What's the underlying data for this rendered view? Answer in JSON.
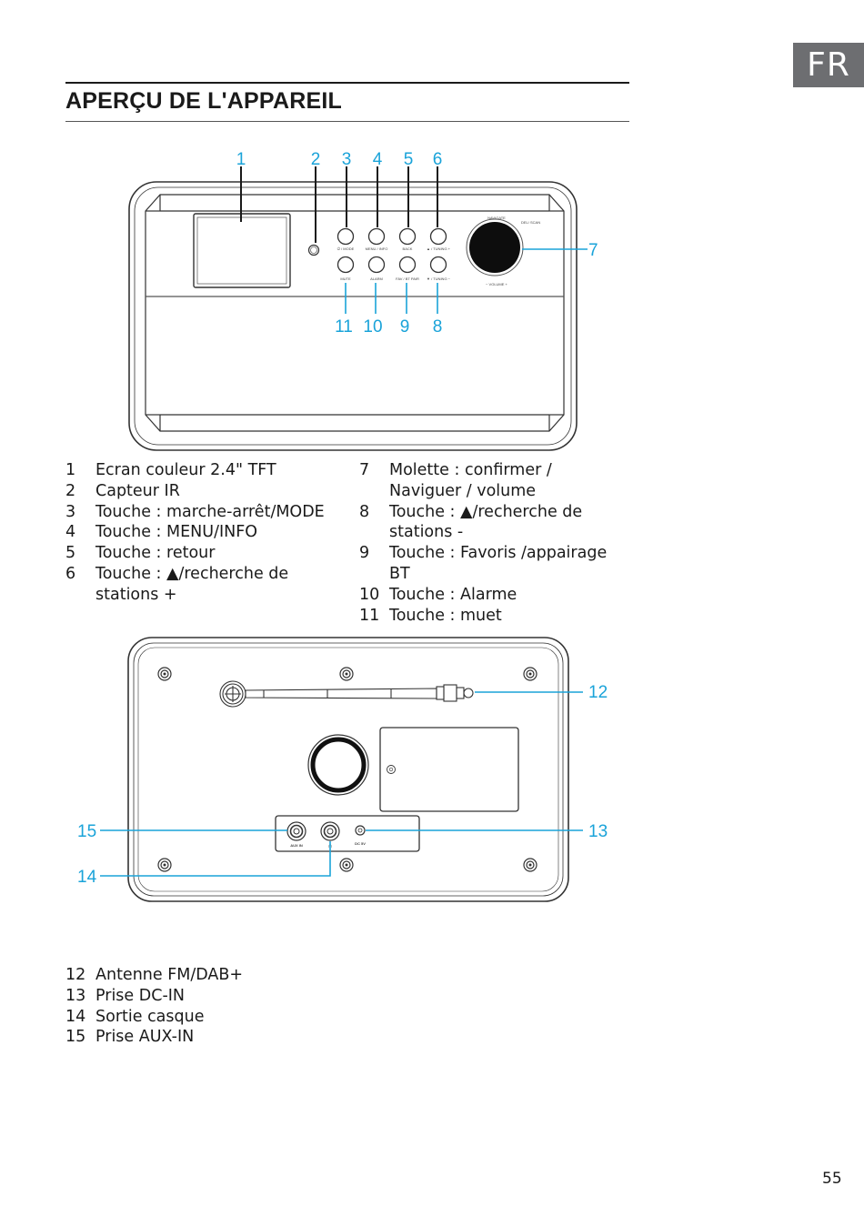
{
  "lang": "FR",
  "title": "APERÇU DE L'APPAREIL",
  "front": {
    "callouts": [
      "1",
      "2",
      "3",
      "4",
      "5",
      "6",
      "7",
      "8",
      "9",
      "10",
      "11"
    ],
    "panel": {
      "btn_labels_top": [
        "⏻ / MODE",
        "MENU / INFO",
        "BACK",
        "▲ / TUNING +"
      ],
      "btn_labels_bottom": [
        "MUTE",
        "ALARM",
        "FAV / BT PAIR",
        "▼ / TUNING −"
      ],
      "knob_top": "NAVIGATE",
      "knob_side": "DEL/ SCAN",
      "knob_bottom": "− VOLUME +"
    }
  },
  "legend_left": [
    {
      "num": "1",
      "text": "Ecran couleur 2.4\" TFT"
    },
    {
      "num": "2",
      "text": "Capteur IR"
    },
    {
      "num": "3",
      "text": "Touche : marche-arrêt/MODE"
    },
    {
      "num": "4",
      "text": "Touche : MENU/INFO"
    },
    {
      "num": "5",
      "text": "Touche : retour"
    },
    {
      "num": "6",
      "text": "Touche : ▲/recherche de stations  +"
    }
  ],
  "legend_right": [
    {
      "num": "7",
      "text": "Molette : confirmer / Naviguer / volume"
    },
    {
      "num": "8",
      "text": "Touche : ▲/recherche de stations -"
    },
    {
      "num": "9",
      "text": "Touche  : Favoris /appairage BT"
    },
    {
      "num": "10",
      "text": "Touche  : Alarme"
    },
    {
      "num": "11",
      "text": "Touche : muet"
    }
  ],
  "back": {
    "callouts": [
      "12",
      "13",
      "14",
      "15"
    ],
    "port_labels": [
      "AUX IN",
      "∩",
      "DC 5V"
    ]
  },
  "legend_back": [
    {
      "num": "12",
      "text": "Antenne FM/DAB+"
    },
    {
      "num": "13",
      "text": "Prise DC-IN"
    },
    {
      "num": "14",
      "text": "Sortie casque"
    },
    {
      "num": "15",
      "text": "Prise AUX-IN"
    }
  ],
  "page_number": "55",
  "colors": {
    "callout": "#1aa3d9",
    "tab": "#6d6e71"
  }
}
